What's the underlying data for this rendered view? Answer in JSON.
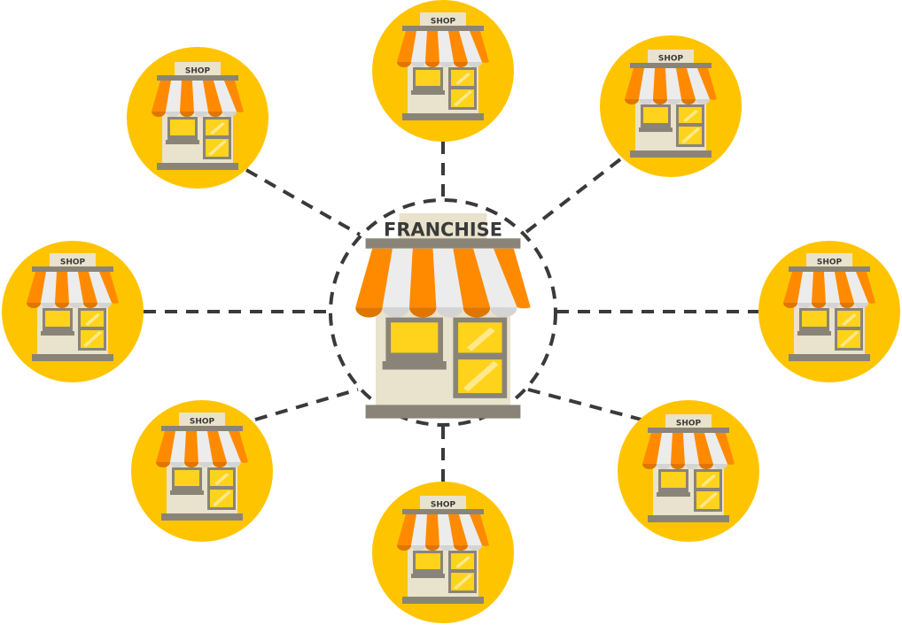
{
  "hub": {
    "label": "FRANCHISE",
    "ring_style": "dashed"
  },
  "branches": [
    {
      "label": "SHOP"
    },
    {
      "label": "SHOP"
    },
    {
      "label": "SHOP"
    },
    {
      "label": "SHOP"
    },
    {
      "label": "SHOP"
    },
    {
      "label": "SHOP"
    },
    {
      "label": "SHOP"
    },
    {
      "label": "SHOP"
    }
  ],
  "colors": {
    "circle": "#FFC400",
    "awning_orange": "#FF8A00",
    "awning_white": "#ECECEC",
    "building": "#E9E2CC",
    "frame": "#8A8478",
    "window": "#FFD21C",
    "connector": "#3a3a3a"
  },
  "icons": {
    "hub": "storefront-icon",
    "branch": "shop-icon"
  }
}
